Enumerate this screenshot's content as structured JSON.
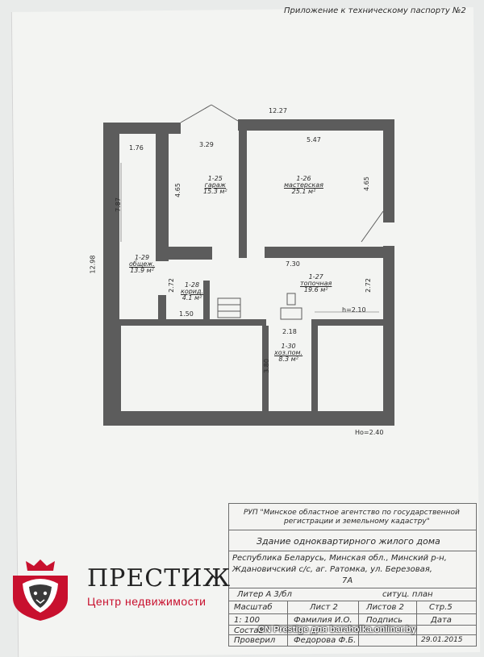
{
  "header": {
    "appendix": "Приложение к техническому паспорту №2"
  },
  "plan": {
    "dims": {
      "top_total": "12.27",
      "left_total": "12.98",
      "r1_width": "1.76",
      "r1_height": "7.87",
      "garage_width": "3.29",
      "garage_height": "4.65",
      "workshop_width": "5.47",
      "workshop_height": "4.65",
      "mid_width": "7.30",
      "furnace_height": "2.72",
      "corridor_height": "2.72",
      "corridor_width": "1.50",
      "h_mark": "h=2.10",
      "door_width": "2.18",
      "utility_height": "3.80",
      "ho_mark": "Ho=2.40"
    },
    "rooms": [
      {
        "code": "1-25",
        "name": "гараж",
        "area": "15.3 м²"
      },
      {
        "code": "1-26",
        "name": "мастерская",
        "area": "25.1 м²"
      },
      {
        "code": "1-29",
        "name": "общеж.",
        "area": "13.9 м²"
      },
      {
        "code": "1-28",
        "name": "корид.",
        "area": "4.1 м²"
      },
      {
        "code": "1-27",
        "name": "топочная",
        "area": "19.6 м²"
      },
      {
        "code": "1-30",
        "name": "хоз.пом.",
        "area": "8.3 м²"
      }
    ]
  },
  "title_block": {
    "org_line1": "РУП \"Минское областное агентство по государственной",
    "org_line2": "регистрации и земельному кадастру\"",
    "building": "Здание одноквартирного жилого дома",
    "addr1": "Республика Беларусь, Минская обл., Минский р-н,",
    "addr2": "Ждановичский с/с, аг. Ратомка, ул. Березовая,",
    "addr3": "7А",
    "liter_label": "Литер А 3/бл",
    "sit_plan": "ситуц. план",
    "col_scale": "Масштаб",
    "col_sheet": "Лист 2",
    "col_sheets": "Листов 2",
    "col_page": "Стр.5",
    "scale_val": "1: 100",
    "fio": "Фамилия И.О.",
    "signature": "Подпись",
    "date": "Дата",
    "composed": "Состав",
    "checked": "Проверил",
    "checker": "Федорова Ф.Б.",
    "check_date": "29.01.2015"
  },
  "brand": {
    "name": "ПРЕСТИЖ",
    "subtitle": "Центр недвижимости",
    "accent": "#c8102e"
  },
  "watermark": "CN Prestige для baraholka.onliner.by"
}
